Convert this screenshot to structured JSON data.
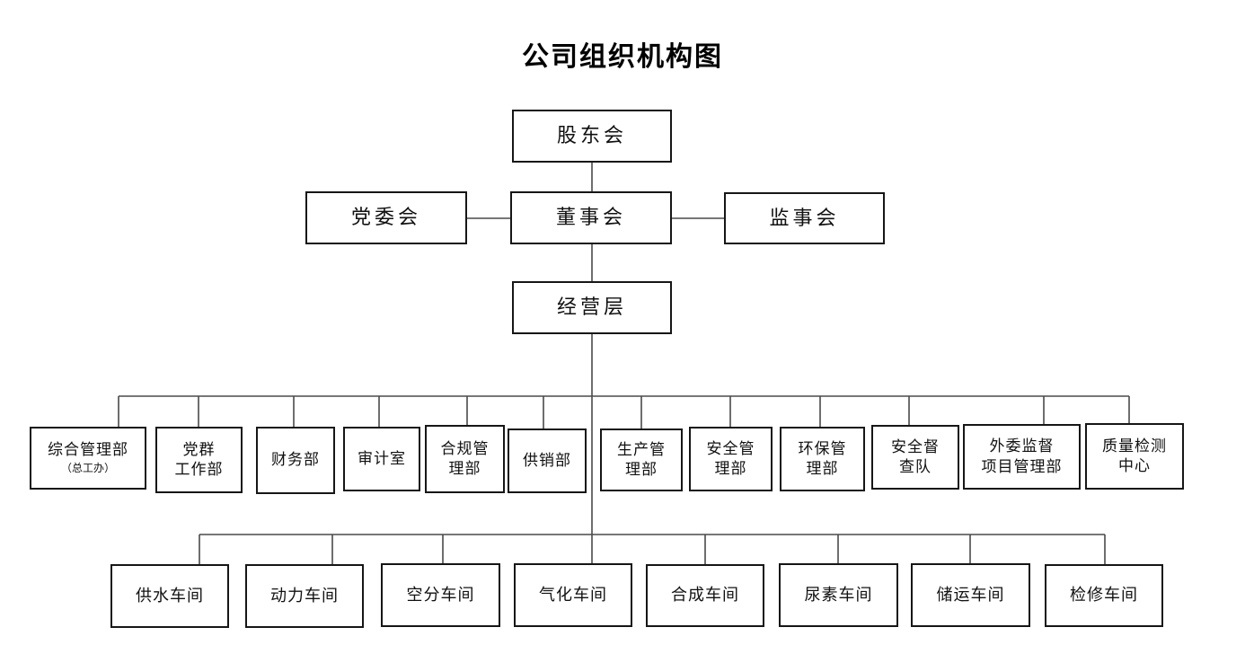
{
  "title": "公司组织机构图",
  "chart": {
    "shareholders": {
      "label": "股东会"
    },
    "board_row": [
      {
        "label": "党委会"
      },
      {
        "label": "董事会"
      },
      {
        "label": "监事会"
      }
    ],
    "management": {
      "label": "经营层"
    },
    "departments": [
      {
        "label": "综合管理部",
        "sublabel": "（总工办）"
      },
      {
        "label": "党群\n工作部"
      },
      {
        "label": "财务部"
      },
      {
        "label": "审计室"
      },
      {
        "label": "合规管\n理部"
      },
      {
        "label": "供销部"
      },
      {
        "label": "生产管\n理部"
      },
      {
        "label": "安全管\n理部"
      },
      {
        "label": "环保管\n理部"
      },
      {
        "label": "安全督\n查队"
      },
      {
        "label": "外委监督\n项目管理部"
      },
      {
        "label": "质量检测\n中心"
      }
    ],
    "workshops": [
      {
        "label": "供水车间"
      },
      {
        "label": "动力车间"
      },
      {
        "label": "空分车间"
      },
      {
        "label": "气化车间"
      },
      {
        "label": "合成车间"
      },
      {
        "label": "尿素车间"
      },
      {
        "label": "储运车间"
      },
      {
        "label": "检修车间"
      }
    ]
  },
  "colors": {
    "background": "#ffffff",
    "box_border": "#161616",
    "connector": "#4a4a4a",
    "text": "#111111"
  }
}
